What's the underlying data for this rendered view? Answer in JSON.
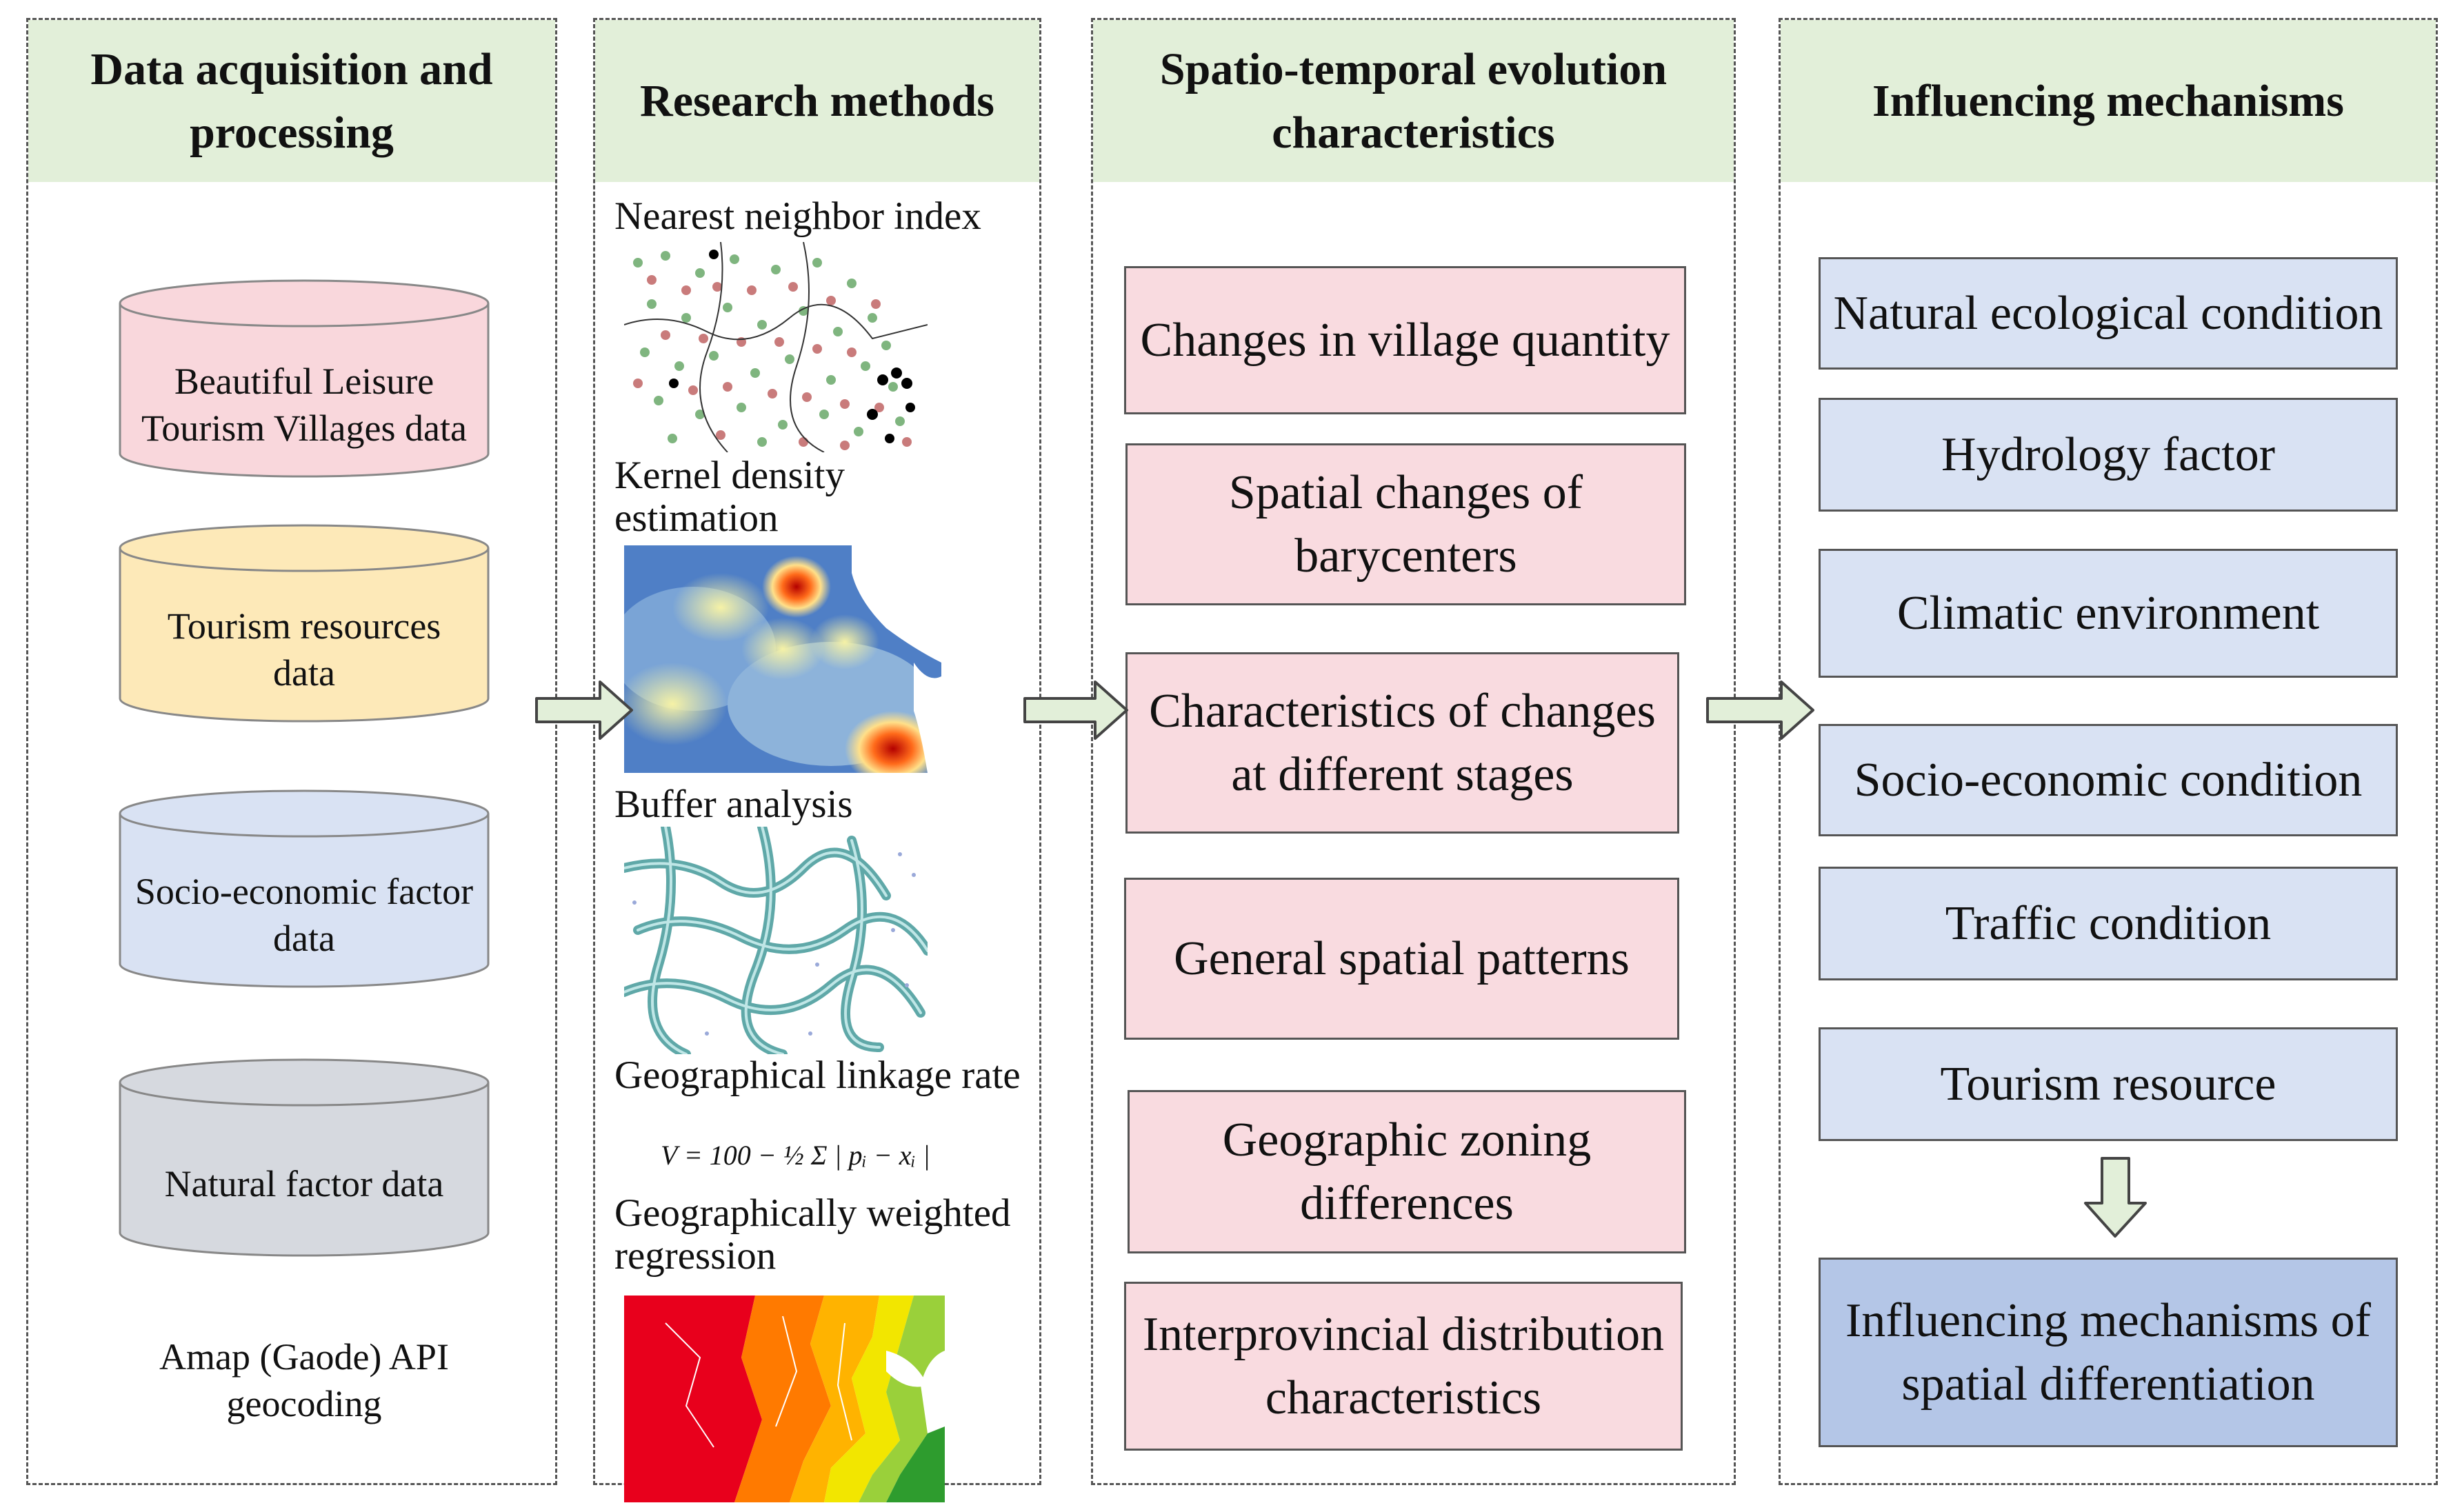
{
  "columns": {
    "data": {
      "title": "Data acquisition and processing",
      "sources": [
        {
          "label": "Beautiful Leisure Tourism Villages data",
          "color": "#f9d7dc"
        },
        {
          "label": "Tourism resources data",
          "color": "#fde9b8"
        },
        {
          "label": "Socio-economic factor data",
          "color": "#d9e2f3"
        },
        {
          "label": "Natural factor data",
          "color": "#d6d9df"
        }
      ],
      "caption": "Amap (Gaode) API geocoding"
    },
    "methods": {
      "title": "Research methods",
      "items": [
        {
          "label": "Nearest neighbor index"
        },
        {
          "label": "Kernel density estimation"
        },
        {
          "label": "Buffer analysis"
        },
        {
          "label": "Geographical linkage rate"
        },
        {
          "label": "Geographically weighted regression"
        }
      ],
      "formula": "V = 100 − ½ Σ | pᵢ − xᵢ |"
    },
    "evolution": {
      "title": "Spatio-temporal evolution characteristics",
      "items": [
        "Changes in village quantity",
        "Spatial changes of barycenters",
        "Characteristics of changes at different stages",
        "General spatial patterns",
        "Geographic zoning differences",
        "Interprovincial distribution characteristics"
      ]
    },
    "mechanisms": {
      "title": "Influencing mechanisms",
      "items": [
        "Natural ecological condition",
        "Hydrology factor",
        "Climatic environment",
        "Socio-economic condition",
        "Traffic condition",
        "Tourism resource"
      ],
      "result": "Influencing mechanisms of spatial differentiation"
    }
  },
  "colors": {
    "header_bg": "#e2efd9",
    "evolution_box": "#f9dbe0",
    "mechanism_box": "#d9e2f3",
    "result_box": "#b4c6e7",
    "arrow_fill": "#e2efd9"
  }
}
